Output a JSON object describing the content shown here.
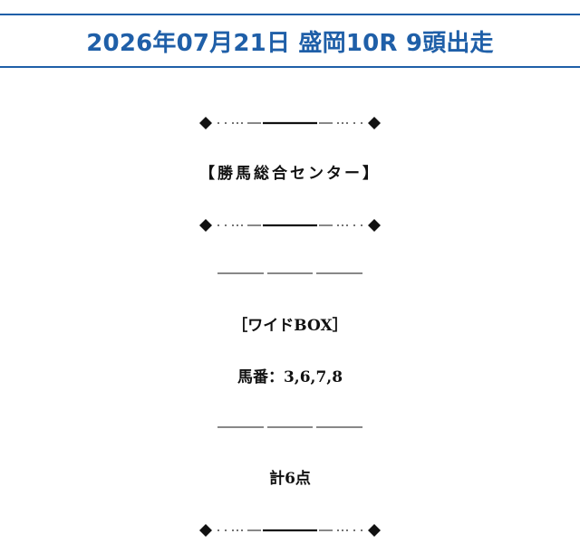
{
  "header": {
    "title": "2026年07月21日 盛岡10R 9頭出走"
  },
  "content": {
    "center_name": "【勝馬総合センター】",
    "bet_type": "［ワイドBOX］",
    "horse_numbers": "馬番：3,6,7,8",
    "total_points": "計6点"
  },
  "colors": {
    "accent": "#1f5fa8",
    "text": "#111111"
  }
}
